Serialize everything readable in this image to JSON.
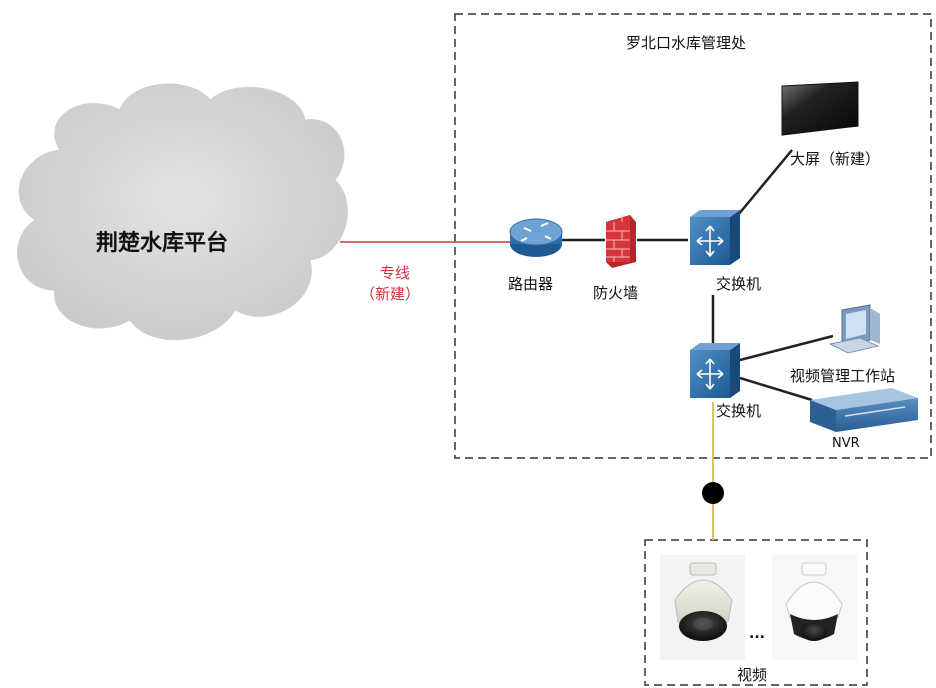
{
  "cloud": {
    "label": "荆楚水库平台"
  },
  "line": {
    "label1": "专线",
    "label2": "（新建）"
  },
  "site": {
    "label": "罗北口水库管理处"
  },
  "devices": {
    "router": "路由器",
    "firewall": "防火墙",
    "switch1": "交换机",
    "switch2": "交换机",
    "screen": "大屏（新建）",
    "workstation": "视频管理工作站",
    "nvr": "NVR"
  },
  "video": {
    "label": "视频",
    "ellipsis": "..."
  },
  "colors": {
    "dedicated_line": "#d0343a",
    "camera_link": "#e2b85a",
    "link": "#222222",
    "cloud": "#d4d4d4",
    "switch": "#2b6ea8"
  }
}
